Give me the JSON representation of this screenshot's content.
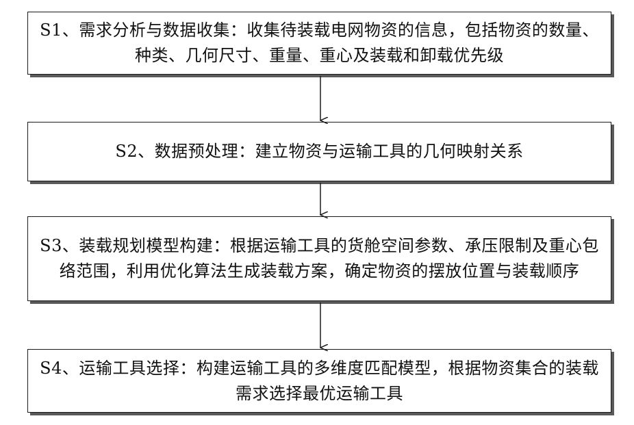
{
  "flowchart": {
    "steps": [
      {
        "id": "S1",
        "text": "S1、需求分析与数据收集：收集待装载电网物资的信息，包括物资的数量、种类、几何尺寸、重量、重心及装载和卸载优先级"
      },
      {
        "id": "S2",
        "text": "S2、数据预处理：建立物资与运输工具的几何映射关系"
      },
      {
        "id": "S3",
        "text": "S3、装载规划模型构建：根据运输工具的货舱空间参数、承压限制及重心包络范围，利用优化算法生成装载方案，确定物资的摆放位置与装载顺序"
      },
      {
        "id": "S4",
        "text": "S4、运输工具选择：构建运输工具的多维度匹配模型，根据物资集合的装载需求选择最优运输工具"
      }
    ],
    "connectors": [
      {
        "from": "S1",
        "to": "S2"
      },
      {
        "from": "S2",
        "to": "S3"
      },
      {
        "from": "S3",
        "to": "S4"
      }
    ]
  }
}
